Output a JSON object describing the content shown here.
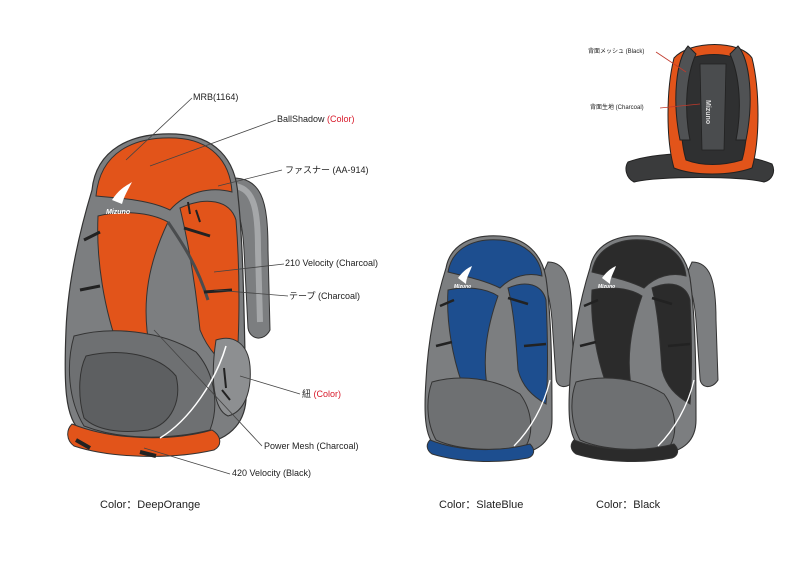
{
  "brand": "Mizuno",
  "colors": {
    "orange": "#e2541a",
    "blue": "#1d4e8f",
    "black": "#2b2b2b",
    "grey": "#7c7e80",
    "light_grey": "#a5a7a9",
    "dark_grey": "#4a4c4e",
    "accent_red": "#d8192a"
  },
  "labels": {
    "mrb": "MRB(1164)",
    "ballshadow": "BallShadow",
    "ballshadow_note": "(Color)",
    "fastener": "ファスナー (AA-914)",
    "velocity210": "210 Velocity (Charcoal)",
    "tape": "テープ (Charcoal)",
    "cord": "紐",
    "cord_note": "(Color)",
    "power_mesh": "Power Mesh (Charcoal)",
    "velocity420": "420 Velocity (Black)",
    "back_mesh": "背面メッシュ (Black)",
    "back_fabric": "背面生地 (Charcoal)"
  },
  "captions": {
    "deep_orange": "Color：DeepOrange",
    "slate_blue": "Color：SlateBlue",
    "black": "Color：Black"
  }
}
